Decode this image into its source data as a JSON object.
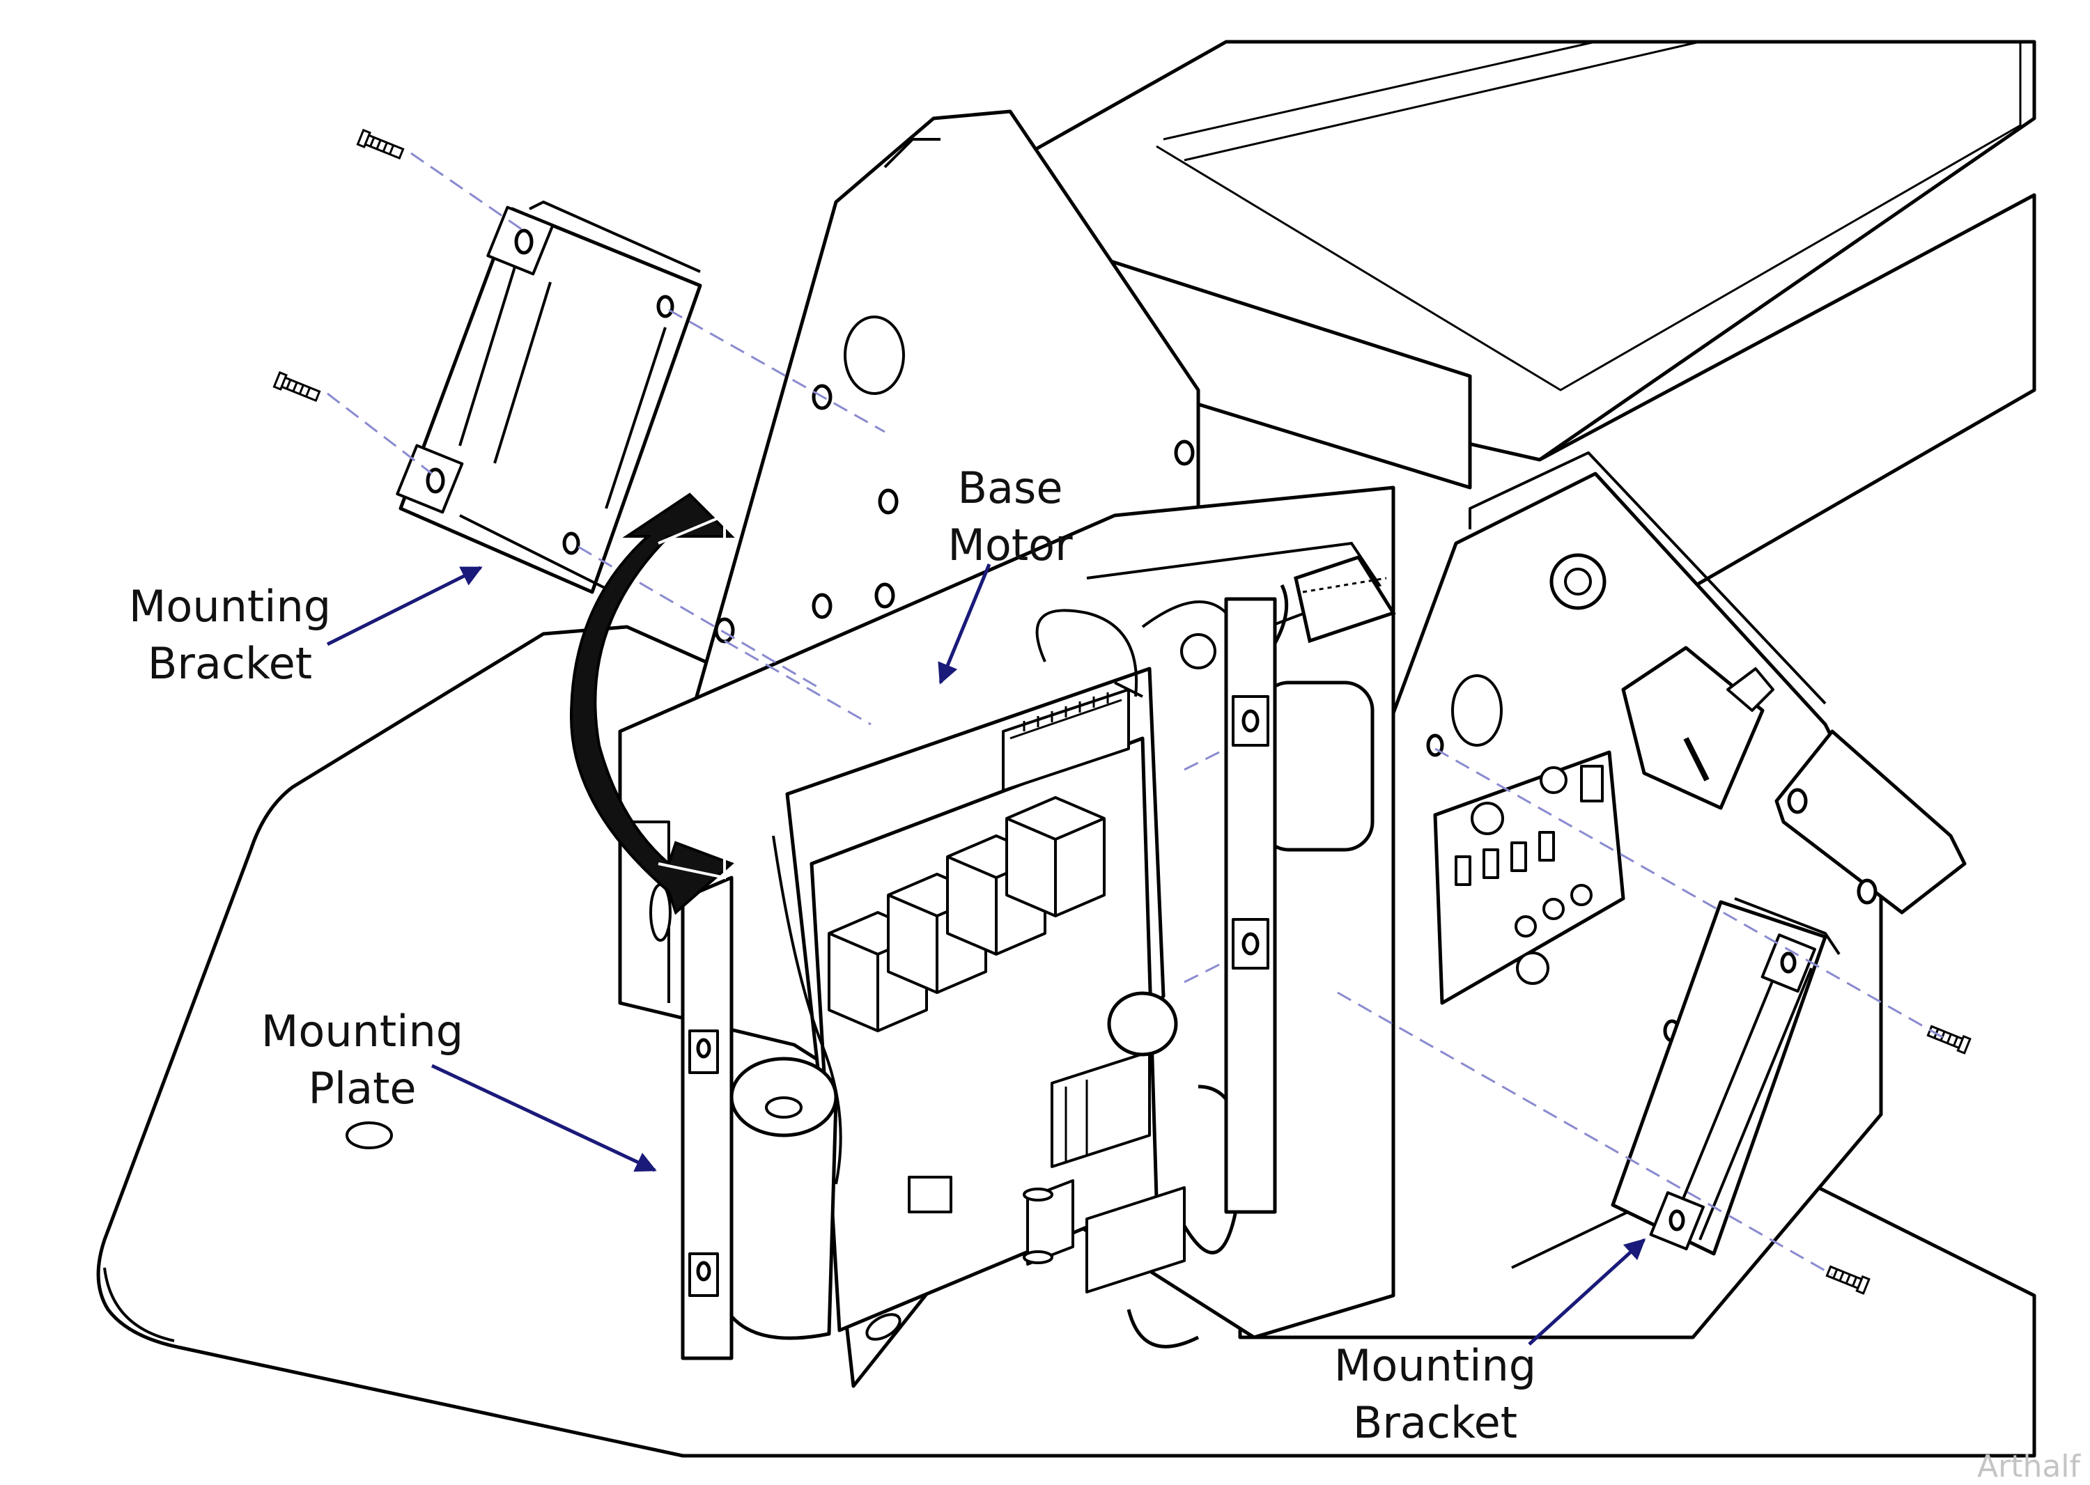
{
  "labels": {
    "mounting_bracket_left": [
      "Mounting",
      "Bracket"
    ],
    "base_motor": [
      "Base",
      "Motor"
    ],
    "mounting_plate": [
      "Mounting",
      "Plate"
    ],
    "mounting_bracket_right": [
      "Mounting",
      "Bracket"
    ]
  },
  "watermark": "Arthalf",
  "colors": {
    "line_art": "#000000",
    "leader_arrow": "#1a1a7a",
    "axis_dash": "#8a8ad0"
  }
}
